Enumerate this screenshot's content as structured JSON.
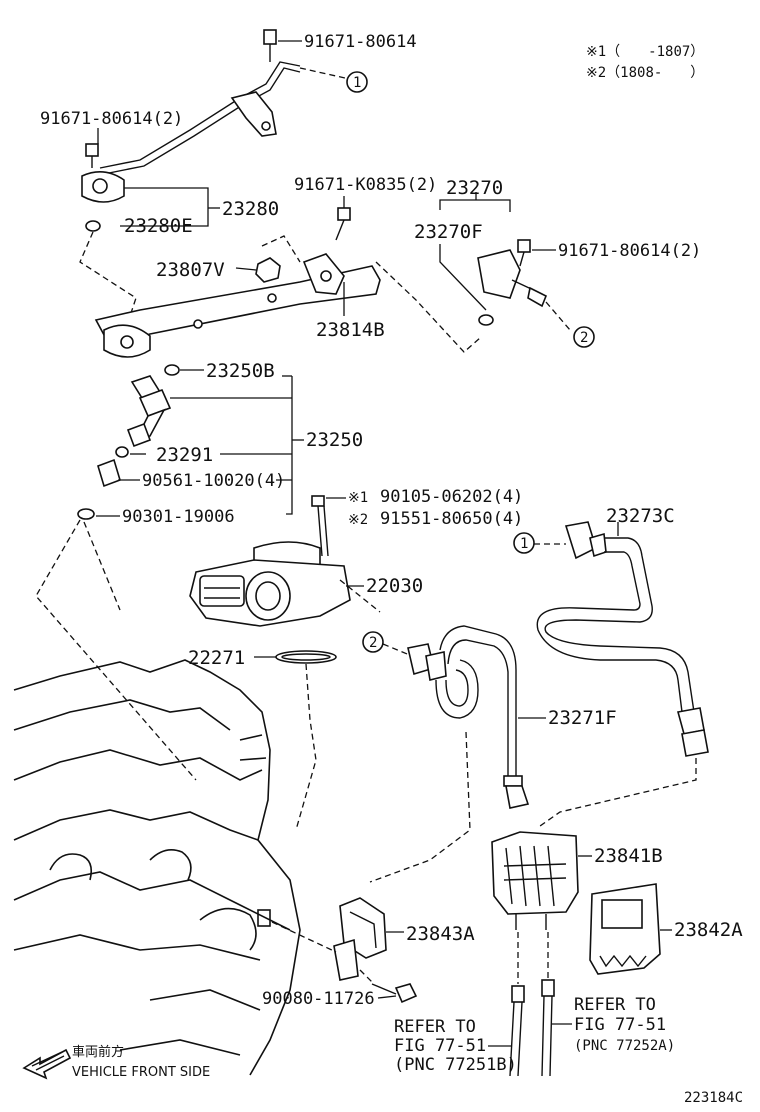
{
  "notes": {
    "note1": "※1（　　-1807）",
    "note2": "※2（1808-　　）"
  },
  "callouts": {
    "c1": "1",
    "c2": "2"
  },
  "parts": {
    "p91671_80614_top": "91671-80614",
    "p91671_80614_2_left": "91671-80614(2)",
    "p91671_k0835": "91671-K0835(2)",
    "p23270": "23270",
    "p23270f": "23270F",
    "p91671_80614_2_right": "91671-80614(2)",
    "p23280": "23280",
    "p23280e": "23280E",
    "p23807v": "23807V",
    "p23814b": "23814B",
    "p23250b": "23250B",
    "p23250": "23250",
    "p23291": "23291",
    "p90561": "90561-10020(4)",
    "p90301": "90301-19006",
    "p90105_mark": "※1",
    "p90105": "90105-06202(4)",
    "p91551_mark": "※2",
    "p91551": "91551-80650(4)",
    "p23273c": "23273C",
    "p22030": "22030",
    "p22271": "22271",
    "p23271f": "23271F",
    "p23841b": "23841B",
    "p23842a": "23842A",
    "p23843a": "23843A",
    "p90080": "90080-11726"
  },
  "refs": {
    "ref1_l1": "REFER TO",
    "ref1_l2": "FIG 77-51",
    "ref1_l3": "(PNC 77251B)",
    "ref2_l1": "REFER TO",
    "ref2_l2": "FIG 77-51",
    "ref2_l3": "(PNC 77252A)"
  },
  "orientation": {
    "jp": "車両前方",
    "en": "VEHICLE FRONT SIDE"
  },
  "figure_id": "223184C"
}
